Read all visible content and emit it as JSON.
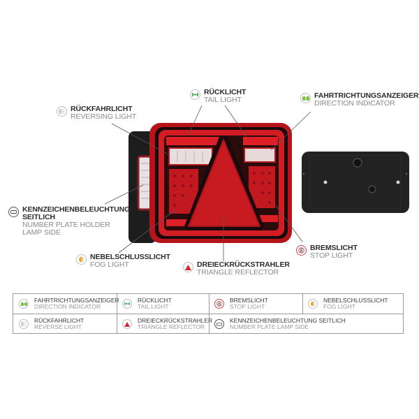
{
  "callouts": {
    "tail": {
      "de": "RÜCKLICHT",
      "en": "TAIL LIGHT",
      "icon": "tail-light-icon"
    },
    "direction": {
      "de": "FAHRTRICHTUNGSANZEIGER",
      "en": "DIRECTION INDICATOR",
      "icon": "direction-indicator-icon"
    },
    "reversing": {
      "de": "RÜCKFAHRLICHT",
      "en": "REVERSING LIGHT",
      "icon": "reversing-light-icon"
    },
    "plate": {
      "de1": "KENNZEICHENBELEUCHTUNG",
      "de2": "SEITLICH",
      "en1": "NUMBER PLATE HOLDER",
      "en2": "LAMP SIDE",
      "icon": "number-plate-lamp-icon"
    },
    "fog": {
      "de": "NEBELSCHLUSSLICHT",
      "en": "FOG LIGHT",
      "icon": "fog-light-icon"
    },
    "triangle": {
      "de": "DREIECKRÜCKSTRAHLER",
      "en": "TRIANGLE REFLECTOR",
      "icon": "triangle-reflector-icon"
    },
    "stop": {
      "de": "BREMSLICHT",
      "en": "STOP LIGHT",
      "icon": "stop-light-icon"
    }
  },
  "legend": {
    "row1": [
      {
        "de": "FAHRTRICHTUNGSANZEIGER",
        "en": "DIRECTION INDICATOR"
      },
      {
        "de": "RÜCKLICHT",
        "en": "TAIL LIGHT"
      },
      {
        "de": "BREMSLICHT",
        "en": "STOP LIGHT"
      },
      {
        "de": "NEBELSCHLUSSLICHT",
        "en": "FOG LIGHT"
      }
    ],
    "row2": [
      {
        "de": "RÜCKFAHRLICHT",
        "en": "REVERSE LIGHT"
      },
      {
        "de": "DREIECKRÜCKSTRAHLER",
        "en": "TRIANGLE REFLECTOR"
      },
      {
        "de": "KENNZEICHENBELEUCHTUNG SEITLICH",
        "en": "NUMBER PLATE LAMP SIDE"
      }
    ]
  },
  "colors": {
    "lamp_red": "#c8161d",
    "indicator_green": "#7cc242",
    "fog_amber": "#f2a51a",
    "triangle_red": "#d9232a",
    "housing_black": "#1e1e1e"
  }
}
